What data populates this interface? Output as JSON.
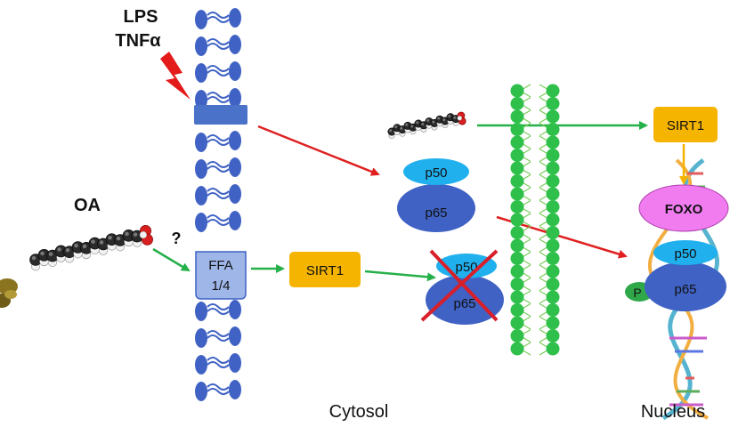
{
  "stimulus": {
    "line1": "LPS",
    "line2": "TNFα"
  },
  "oa_label": "OA",
  "question_mark": "?",
  "receptor": {
    "line1": "FFA",
    "line2": "1/4"
  },
  "sirt1_left": "SIRT1",
  "sirt1_right": "SIRT1",
  "foxo": "FOXO",
  "p50_label": "p50",
  "p65_label": "p65",
  "p_label": "P",
  "compartments": {
    "cytosol": "Cytosol",
    "nucleus": "Nucleus"
  },
  "colors": {
    "membrane_head": "#3f62c4",
    "receptor": "#4a72c8",
    "receptor_ffa": "#9fb6e8",
    "sirt1": "#f5b400",
    "foxo": "#f07cf0",
    "p50": "#20b0ee",
    "p65": "#3f62c4",
    "nuclear_head": "#2ec04a",
    "arrow_green": "#25b04a",
    "arrow_red": "#e02020",
    "cross": "#d81f2a",
    "phospho": "#2fa84a"
  }
}
